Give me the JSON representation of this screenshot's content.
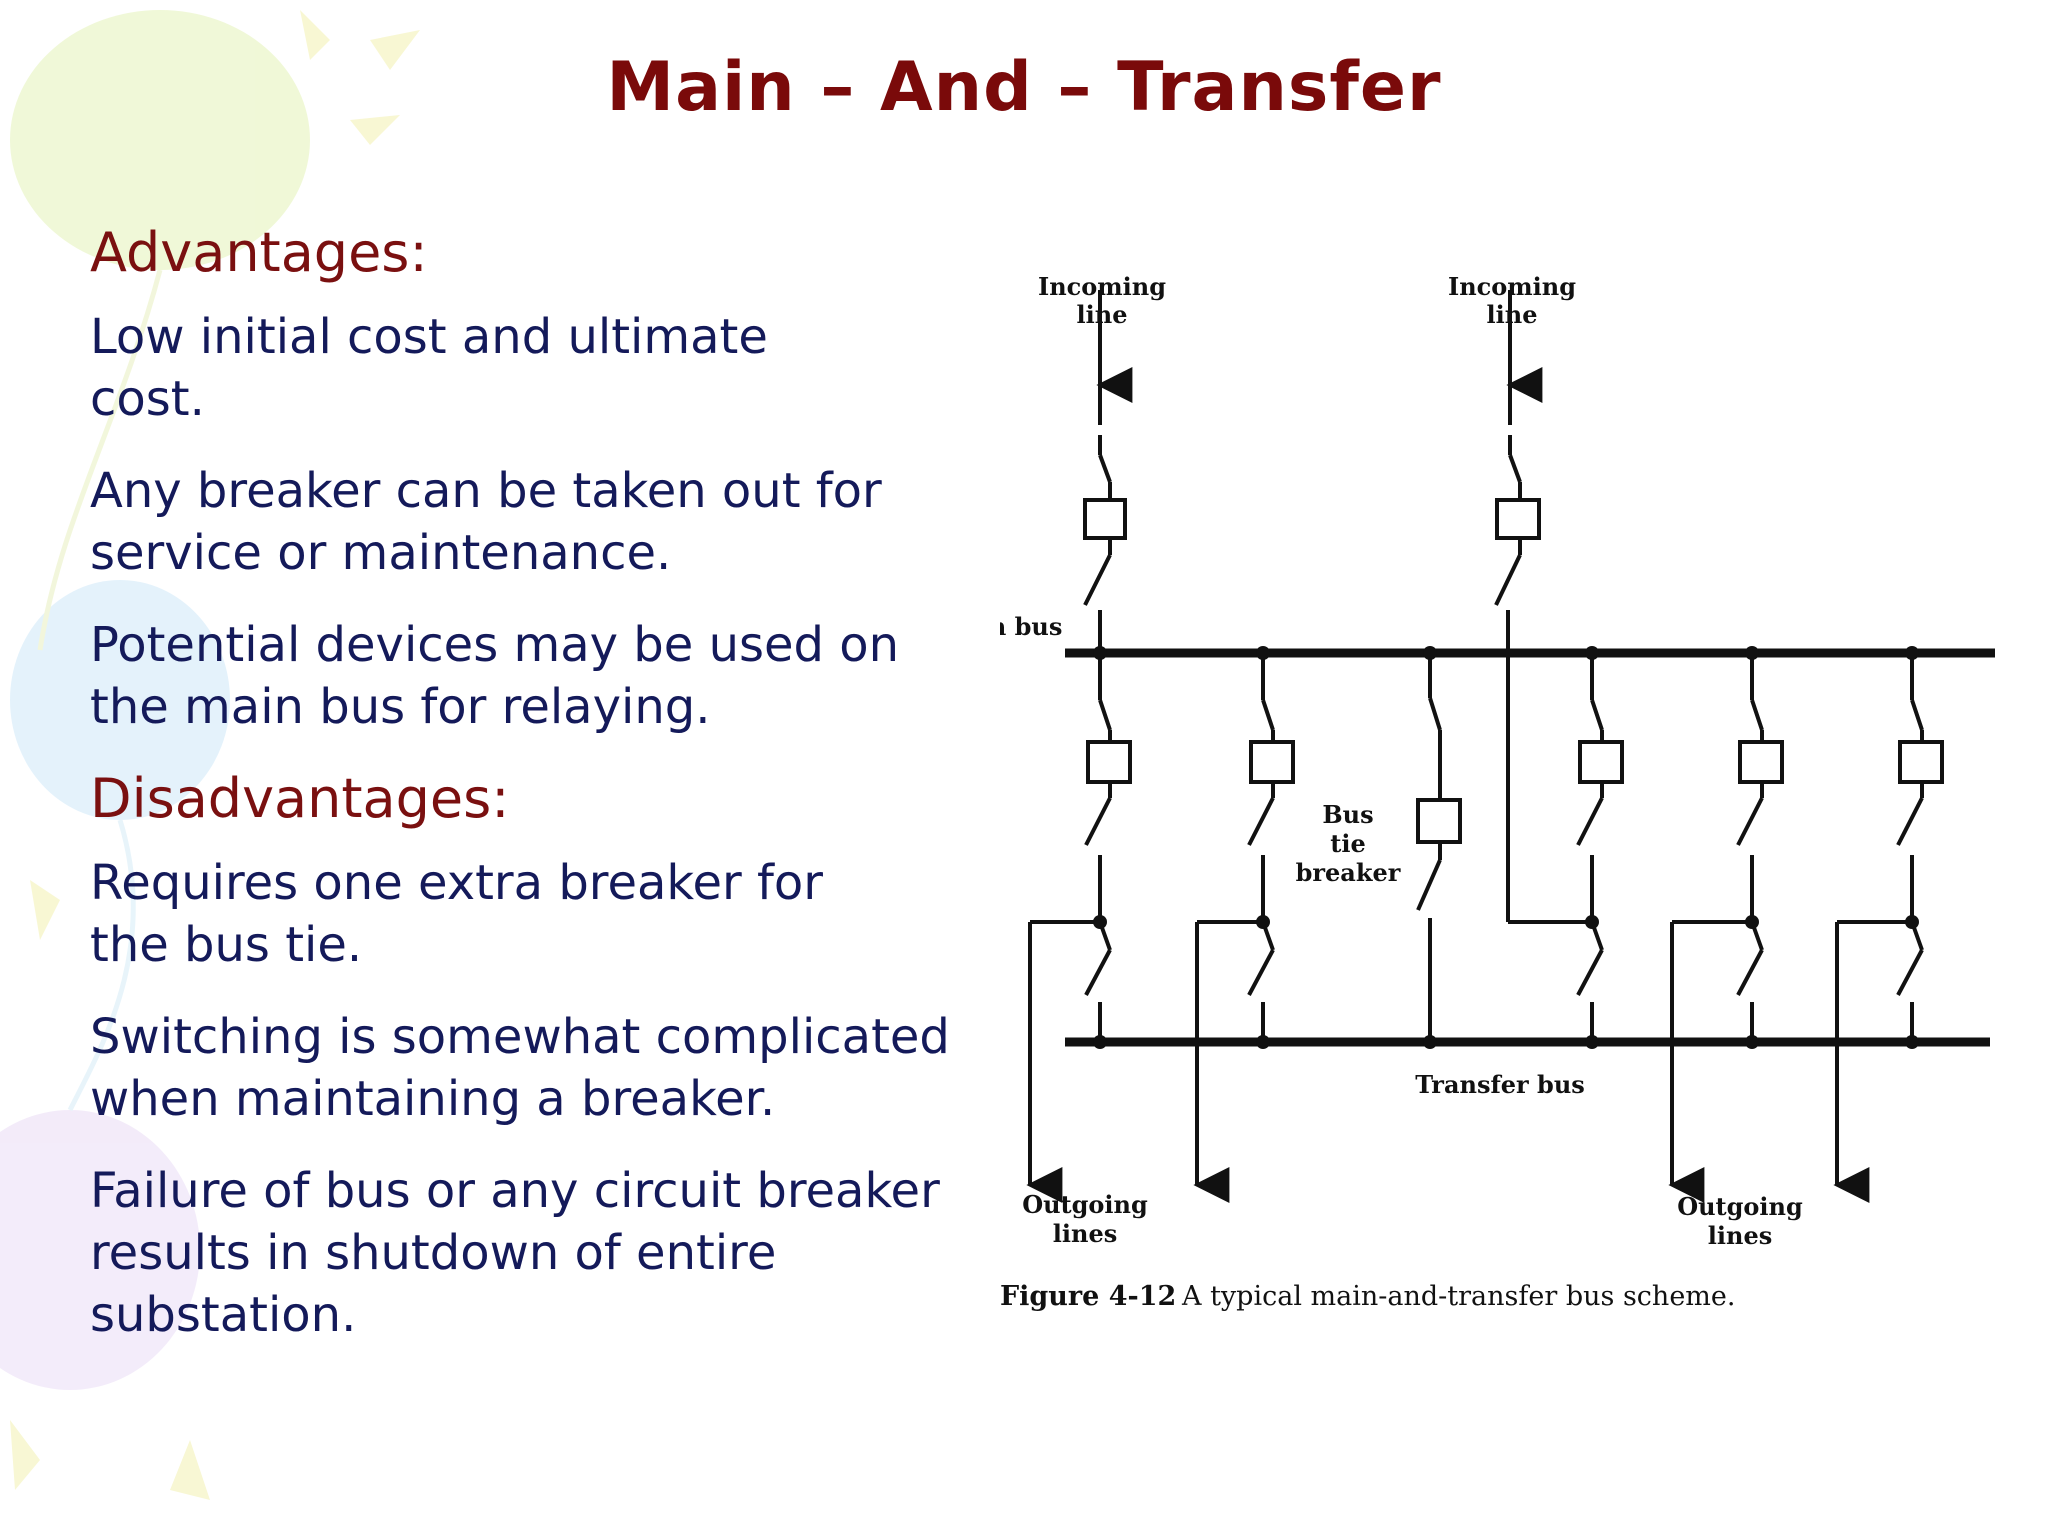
{
  "slide": {
    "title": "Main – And – Transfer",
    "advantages_heading": "Advantages:",
    "advantages": [
      "Low initial cost and ultimate cost.",
      "Any breaker can be taken out for service or maintenance.",
      "Potential devices may be used on the main bus for relaying."
    ],
    "disadvantages_heading": "Disadvantages:",
    "disadvantages": [
      "Requires one extra breaker for the bus tie.",
      "Switching is somewhat complicated when maintaining a breaker.",
      "Failure of bus or any circuit breaker results in shutdown of entire substation."
    ]
  },
  "figure": {
    "incoming_left_1": "Incoming",
    "incoming_left_2": "line",
    "incoming_right_1": "Incoming",
    "incoming_right_2": "line",
    "main_bus": "Main bus",
    "bus_tie_1": "Bus",
    "bus_tie_2": "tie",
    "bus_tie_3": "breaker",
    "transfer_bus": "Transfer bus",
    "outgoing_left_1": "Outgoing",
    "outgoing_left_2": "lines",
    "outgoing_right_1": "Outgoing",
    "outgoing_right_2": "lines",
    "caption_number": "Figure 4-12",
    "caption_text": "A typical main-and-transfer bus scheme."
  },
  "colors": {
    "title": "#7a0a0a",
    "heading": "#7a1010",
    "body_text": "#141a5a",
    "line": "#111111"
  }
}
